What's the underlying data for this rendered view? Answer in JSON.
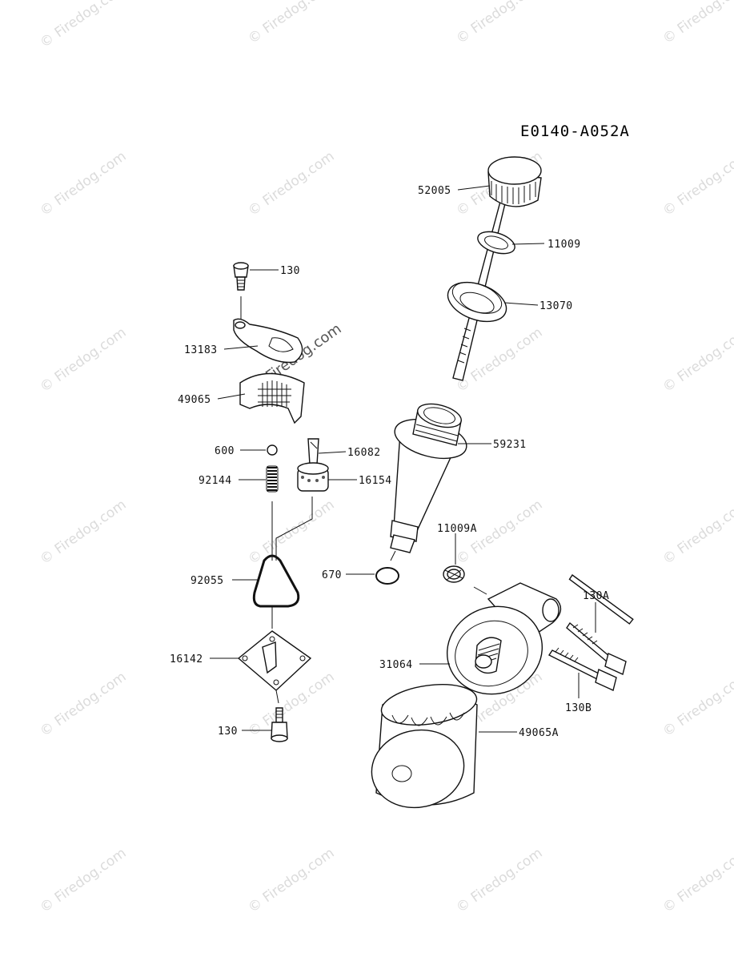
{
  "diagram": {
    "code": "E0140-A052A",
    "watermark": "© Firedog.com",
    "parts": {
      "p52005": "52005",
      "p11009": "11009",
      "p13070": "13070",
      "p130_top": "130",
      "p13183": "13183",
      "p49065": "49065",
      "p600": "600",
      "p16082": "16082",
      "p92144": "92144",
      "p16154": "16154",
      "p59231": "59231",
      "p11009A": "11009A",
      "p670": "670",
      "p92055": "92055",
      "p130A": "130A",
      "p31064": "31064",
      "p16142": "16142",
      "p130B": "130B",
      "p130_bottom": "130",
      "p49065A": "49065A"
    }
  }
}
